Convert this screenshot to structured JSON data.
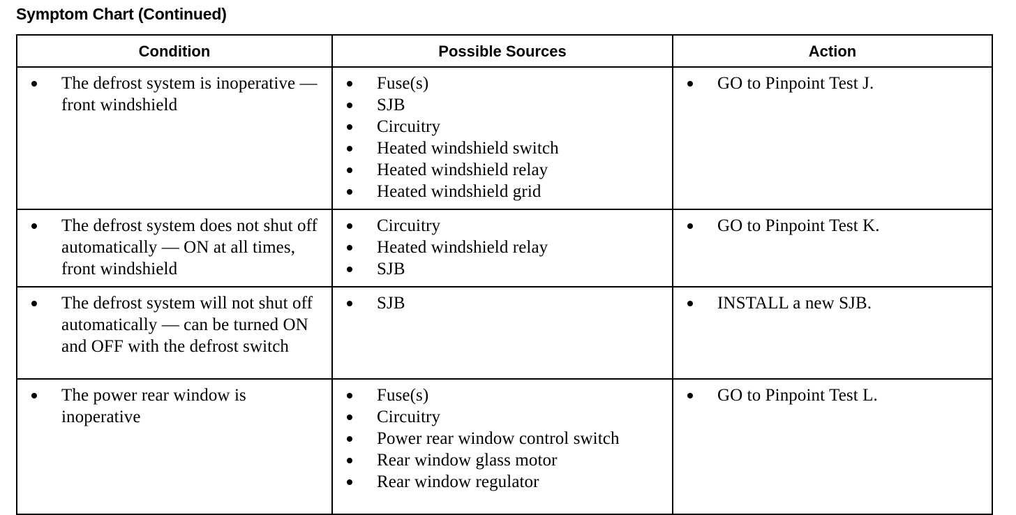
{
  "page": {
    "title": "Symptom Chart (Continued)",
    "bullet_glyph": "•"
  },
  "table": {
    "headers": {
      "condition": "Condition",
      "sources": "Possible Sources",
      "action": "Action"
    },
    "rows": [
      {
        "condition": [
          "The defrost system is inoperative — front windshield"
        ],
        "sources": [
          "Fuse(s)",
          "SJB",
          "Circuitry",
          "Heated windshield switch",
          "Heated windshield relay",
          "Heated windshield grid"
        ],
        "action": [
          "GO to Pinpoint Test J."
        ]
      },
      {
        "condition": [
          "The defrost system does not shut off automatically — ON at all times, front windshield"
        ],
        "sources": [
          "Circuitry",
          "Heated windshield relay",
          "SJB"
        ],
        "action": [
          "GO to Pinpoint Test K."
        ]
      },
      {
        "condition": [
          "The defrost system will not shut off automatically — can be turned ON and OFF with the defrost switch"
        ],
        "sources": [
          "SJB"
        ],
        "action": [
          "INSTALL a new SJB."
        ]
      },
      {
        "condition": [
          "The power rear window is inoperative"
        ],
        "sources": [
          "Fuse(s)",
          "Circuitry",
          "Power rear window control switch",
          "Rear window glass motor",
          "Rear window regulator"
        ],
        "action": [
          "GO to Pinpoint Test L."
        ]
      }
    ]
  },
  "colors": {
    "text": "#000000",
    "background": "#ffffff",
    "border": "#000000"
  }
}
